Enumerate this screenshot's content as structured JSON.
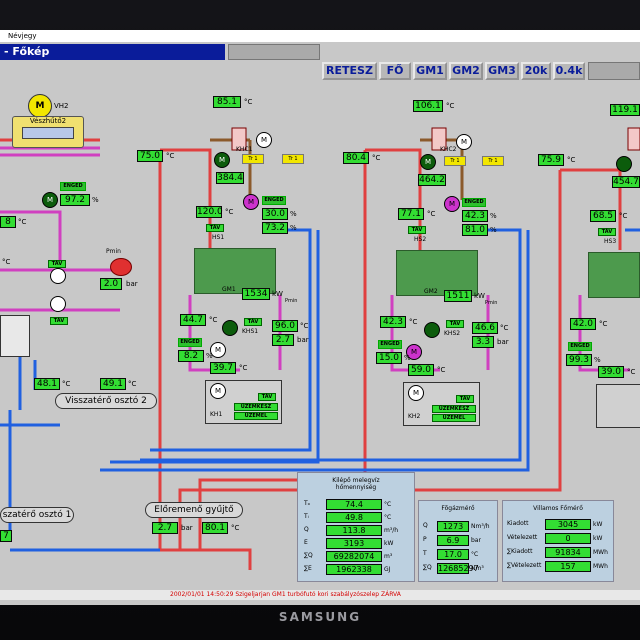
{
  "menu": {
    "item": "Névjegy"
  },
  "window": {
    "title": "- Főkép"
  },
  "nav": [
    "RETESZ",
    "FŐ",
    "GM1",
    "GM2",
    "GM3",
    "20k",
    "0.4k"
  ],
  "left": {
    "motor_vh2": "VH2",
    "vesz_label": "Vészhűtő2",
    "enged": "ENGED",
    "pct": "97.2",
    "val1": "8",
    "c_label": "°C",
    "tav1": "TÁV",
    "tav2": "TÁV",
    "pmin": "Pmin",
    "bar_val": "2.0",
    "bar_unit": "bar",
    "t_left": "°C",
    "out1": "48.1",
    "out2": "49.1",
    "coll_vissza": "Visszatérő osztó 2",
    "coll_vissza1": "szatérő osztó 1",
    "coll_elor": "Előremenő gyűjtő",
    "elor_bar": "2.7",
    "elor_temp": "80.1",
    "bottom_left_val": "7"
  },
  "units": [
    {
      "top": "85.1",
      "side": "75.0",
      "khc": "KHC1",
      "enged": "ENGED",
      "v1": "384.4",
      "m_in": "120.0",
      "pct1": "30.0",
      "pct2": "73.2",
      "hs": "HS1",
      "tav": "TÁV",
      "gm": "GM1",
      "kw": "1534",
      "pmin": "Pmin",
      "kw_unit": "kW",
      "in_t": "44.7",
      "tav2": "TÁV",
      "t2": "96.0",
      "bar": "2.7",
      "enged2": "ENGED",
      "pct3": "8.2",
      "khs": "KHS1",
      "t3": "39.7",
      "kh": "KH1",
      "uzemkesz": "ÜZEMKÉSZ",
      "uzemel": "ÜZEMEL",
      "tav3": "TÁV"
    },
    {
      "top": "106.1",
      "side": "80.4",
      "khc": "KHC2",
      "enged": "ENGED",
      "v1": "464.2",
      "m_in": "77.1",
      "pct1": "42.3",
      "pct2": "81.0",
      "hs": "HS2",
      "tav": "TÁV",
      "gm": "GM2",
      "kw": "1511",
      "pmin": "Pmin",
      "kw_unit": "kW",
      "in_t": "42.3",
      "tav2": "TÁV",
      "t2": "46.6",
      "bar": "3.3",
      "enged2": "ENGED",
      "pct3": "15.0",
      "khs": "KHS2",
      "t3": "59.0",
      "kh": "KH2",
      "uzemkesz": "ÜZEMKÉSZ",
      "uzemel": "ÜZEMEL",
      "tav3": "TÁV"
    },
    {
      "top": "119.1",
      "side": "75.9",
      "khc": "",
      "enged": "",
      "v1": "454.7",
      "m_in": "68.5",
      "pct1": "",
      "pct2": "",
      "hs": "HS3",
      "tav": "TÁV",
      "gm": "",
      "kw": "",
      "pmin": "",
      "kw_unit": "",
      "in_t": "42.0",
      "tav2": "",
      "t2": "",
      "bar": "",
      "enged2": "ENGED",
      "pct3": "99.3",
      "khs": "",
      "t3": "39.0",
      "kh": "",
      "uzemkesz": "",
      "uzemel": "",
      "tav3": ""
    }
  ],
  "tr1": "Tr 1",
  "tr1b": "Tr 1",
  "pct_unit": "%",
  "panel_kilepo": {
    "title1": "Kilépő melegvíz",
    "title2": "hőmennyiség",
    "rows": [
      {
        "lbl": "Tₒ",
        "val": "74.4",
        "unit": "°C"
      },
      {
        "lbl": "Tᵢ",
        "val": "49.8",
        "unit": "°C"
      },
      {
        "lbl": "Q",
        "val": "113.8",
        "unit": "m³/h"
      },
      {
        "lbl": "E",
        "val": "3193",
        "unit": "kW"
      },
      {
        "lbl": "∑Q",
        "val": "69282074",
        "unit": "m³"
      },
      {
        "lbl": "∑E",
        "val": "1962338",
        "unit": "GJ"
      }
    ]
  },
  "panel_fogaz": {
    "title": "Fõgázmérő",
    "rows": [
      {
        "lbl": "Q",
        "val": "1273",
        "unit": "Nm³/h"
      },
      {
        "lbl": "P",
        "val": "6.9",
        "unit": "bar"
      },
      {
        "lbl": "T",
        "val": "17.0",
        "unit": "°C"
      },
      {
        "lbl": "∑Q",
        "val": "12685297",
        "unit": "Nm³"
      }
    ]
  },
  "panel_villamos": {
    "title": "Villamos Főmérő",
    "rows": [
      {
        "lbl": "Kiadott",
        "val": "3045",
        "unit": "kW"
      },
      {
        "lbl": "Vételezett",
        "val": "0",
        "unit": "kW"
      },
      {
        "lbl": "∑Kiadott",
        "val": "91834",
        "unit": "MWh"
      },
      {
        "lbl": "∑Vételezett",
        "val": "157",
        "unit": "MWh"
      }
    ]
  },
  "status": {
    "text": "2002/01/01 14:50:29  Szigeljarjan GM1 turbófutó kori szabályzószelep ZÁRVA"
  },
  "brand": "SAMSUNG",
  "colors": {
    "hot": "#e04040",
    "cold": "#2060e0",
    "glycol": "#d040c0",
    "value_bg": "#33dd33"
  }
}
